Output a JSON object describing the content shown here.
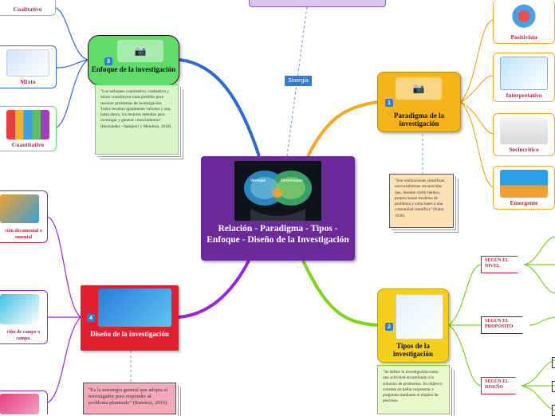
{
  "central": {
    "title": "Relación - Paradigma - Tipos - Enfoque - Diseño de la Investigación",
    "image_labels": [
      "Ventajas",
      "Desventajas"
    ]
  },
  "link_label": "Sinergia",
  "paradigma": {
    "number": "1",
    "label": "Paradigma de la investigación",
    "note": "\"Son realizaciones científicas universalmente reconocidas que, durante cierto tiempo, proporcionan modelos de problema y soluciones a una comunidad científica\" (Kuhn, 1936).",
    "children": [
      "Positivista",
      "Interpretativo",
      "Sociocrítico",
      "Emergente"
    ]
  },
  "tipos": {
    "number": "2",
    "label": "Tipos de la investigación",
    "note": "\"Se define la investigación como una actividad encaminada a la solución de problemas. Su objetivo consiste en hallar respuestas a preguntas mediante el empleo de procesos",
    "children": [
      "SEGÚN EL NIVEL",
      "SEGÚN EL PROPÓSITO",
      "SEGÚN EL DISEÑO"
    ]
  },
  "enfoque": {
    "number": "3",
    "label": "Enfoque de la investigación",
    "note": "\"Los enfoques cuantitativo, cualitativo y mixto constituyen rutas posibles para resolver problemas de investigación. Todos resultan igualmente valiosos y son, hasta ahora, los mejores métodos para investigar y generar conocimientos\" (Hernández - Sampieri y Mendoza, 2018).",
    "children": [
      "Cualitativo",
      "Mixto",
      "Cuantitativo"
    ]
  },
  "diseno": {
    "number": "4",
    "label": "Diseño de la investigación",
    "note": "\"Es la estrategia general que adopta el investigador para responder al problema planteado\" (Ramírez, 2010).",
    "children": [
      "ción documental o umental",
      "ción de campo o campo.",
      ""
    ]
  },
  "icons": {
    "camera": "camera-icon"
  },
  "colors": {
    "center": "#6a2a9a",
    "paradigma": "#f5b51a",
    "tipos": "#f5d01a",
    "enfoque": "#5fdc6a",
    "diseno": "#e0202f",
    "number_badge": "#2c7be0"
  }
}
